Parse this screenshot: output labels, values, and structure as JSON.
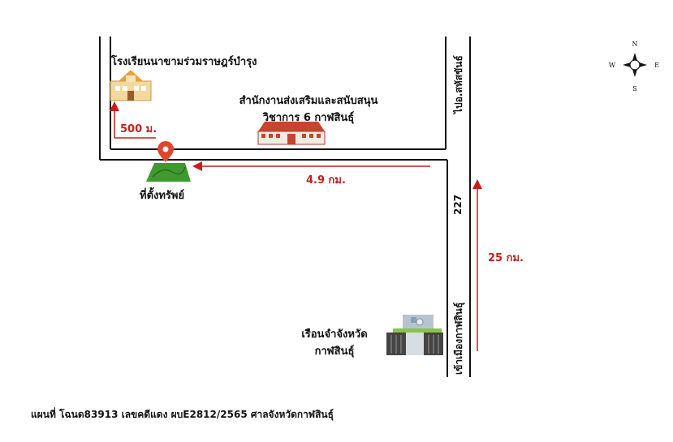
{
  "places": {
    "school": "โรงเรียนนาขามร่วมราษฎร์บำรุง",
    "office_line1": "สำนักงานส่งเสริมและสนับสนุน",
    "office_line2": "วิชาการ 6 กาฬสินธุ์",
    "property": "ที่ตั้งทรัพย์",
    "prison_line1": "เรือนจำจังหวัด",
    "prison_line2": "กาฬสินธุ์"
  },
  "roads": {
    "to_sahatsakhan": "ไปอ.สหัสขันธ์",
    "route_number": "227",
    "to_city": "เข้าเมืองกาฬสินธุ์"
  },
  "distances": {
    "school": "500 ม.",
    "junction": "4.9 กม.",
    "highway": "25 กม."
  },
  "compass": {
    "n": "N",
    "s": "S",
    "e": "E",
    "w": "W"
  },
  "footer": "แผนที่ โฉนด83913  เลขคดีแดง ผบE2812/2565 ศาลจังหวัดกาฬสินธุ์",
  "colors": {
    "route": "#c81e1e",
    "road": "#111111",
    "grass": "#3e9a2e",
    "pin": "#e0462b"
  }
}
